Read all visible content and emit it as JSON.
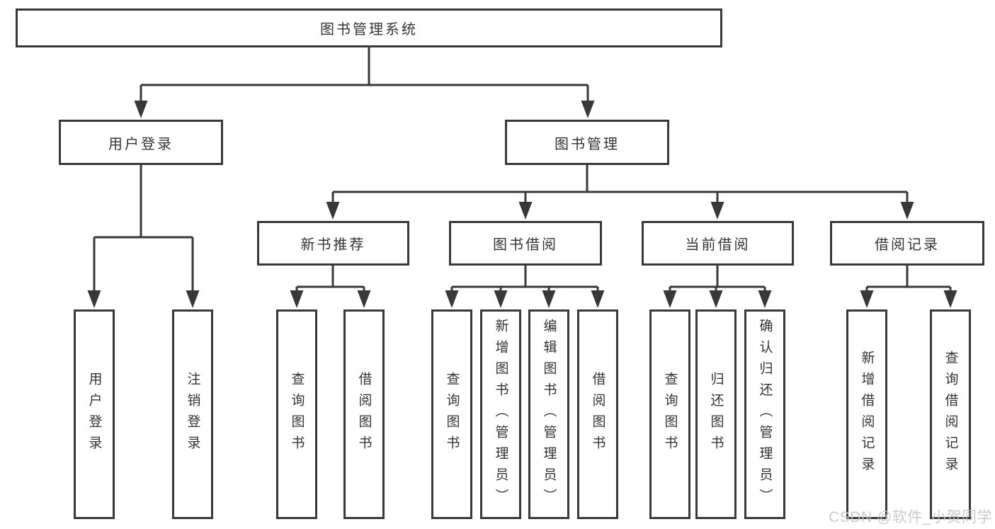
{
  "nodes": {
    "root": "图书管理系统",
    "user_login": "用户登录",
    "book_mgmt": "图书管理",
    "new_books": "新书推荐",
    "book_borrow": "图书借阅",
    "current_borrow": "当前借阅",
    "borrow_records": "借阅记录",
    "leaf_user_login": "用户登录",
    "leaf_logout": "注销登录",
    "leaf_nb_query": "查询图书",
    "leaf_nb_borrow": "借阅图书",
    "leaf_bb_query": "查询图书",
    "leaf_bb_add": "新增图书（管理员）",
    "leaf_bb_edit": "编辑图书（管理员）",
    "leaf_bb_borrow": "借阅图书",
    "leaf_cb_query": "查询图书",
    "leaf_cb_return": "归还图书",
    "leaf_cb_confirm": "确认归还（管理员）",
    "leaf_br_add": "新增借阅记录",
    "leaf_br_query": "查询借阅记录"
  },
  "watermark": "CSDN @软件_小贺同学",
  "colors": {
    "line": "#383838",
    "text": "#333333",
    "background": "#ffffff",
    "watermark": "#c6c6c6"
  }
}
